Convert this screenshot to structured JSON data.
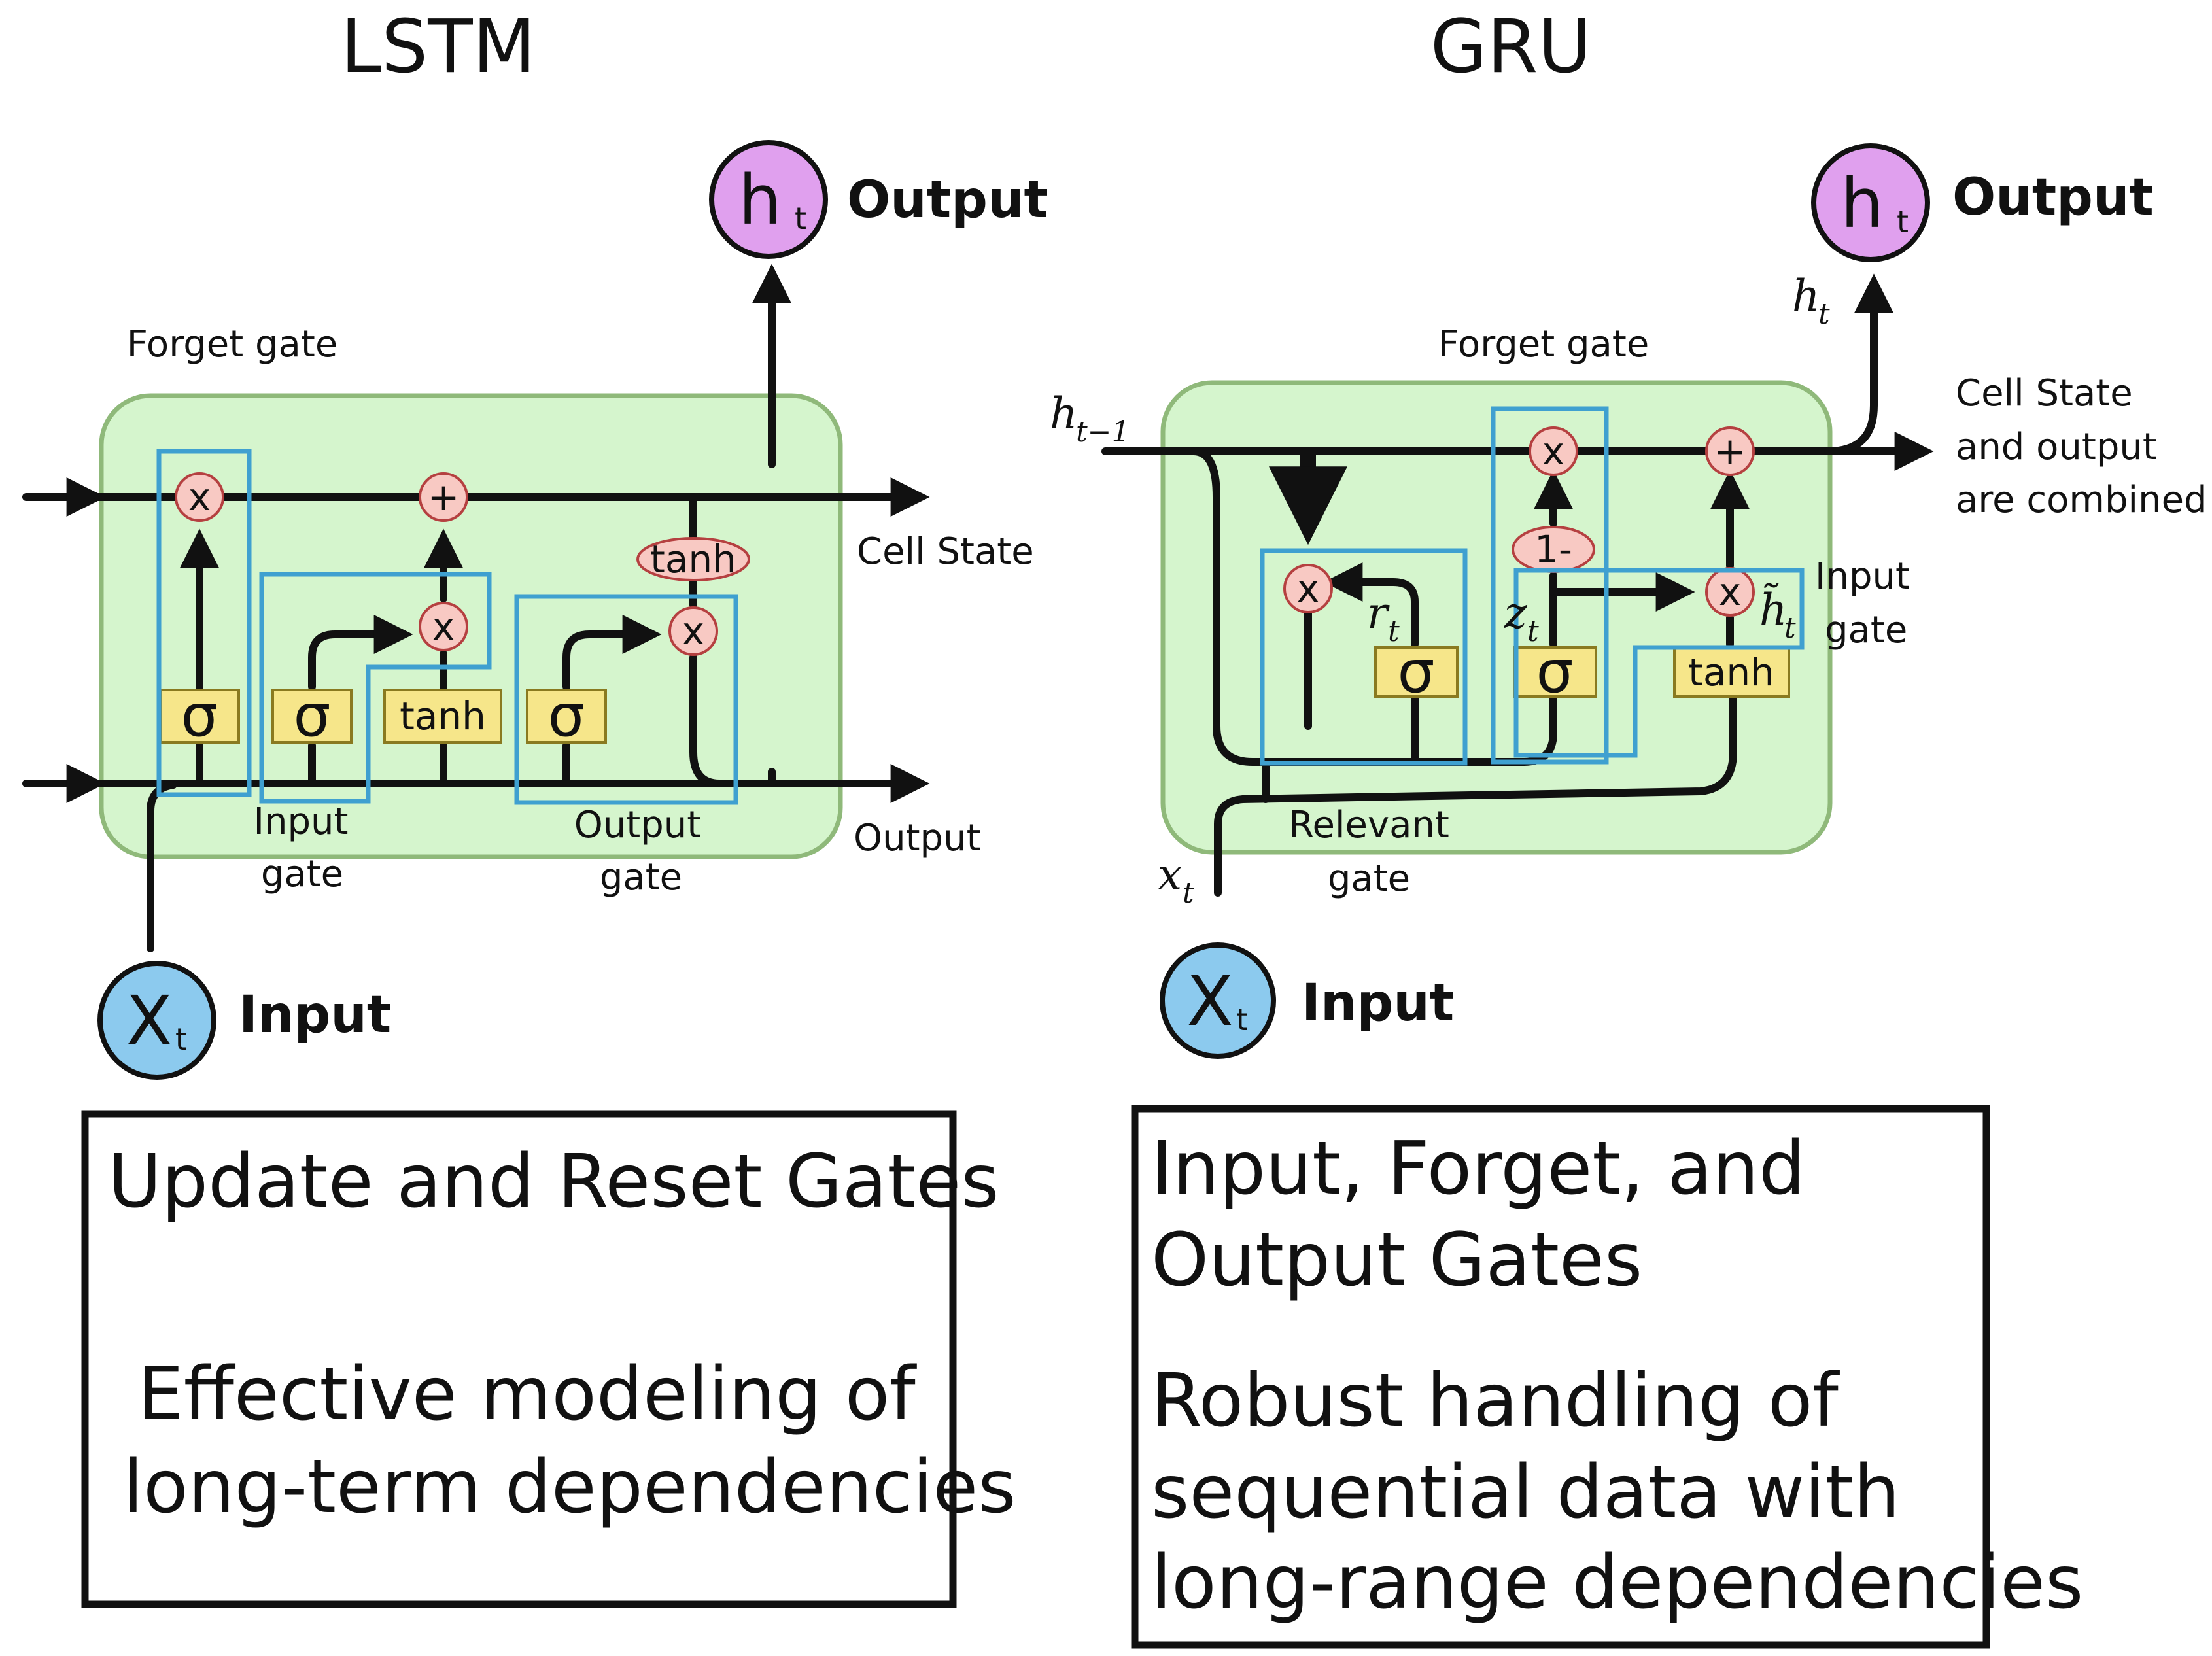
{
  "lstm": {
    "title": "LSTM",
    "output_node": {
      "main": "h",
      "sub": "t"
    },
    "output_label": "Output",
    "forget_gate_label": "Forget gate",
    "cell_state_label": "Cell State",
    "output_line_label": "Output",
    "input_gate_label": [
      "Input",
      "gate"
    ],
    "output_gate_label": [
      "Output",
      "gate"
    ],
    "input_node": {
      "main": "X",
      "sub": "t"
    },
    "input_label": "Input",
    "ops": {
      "times": "x",
      "plus": "+",
      "tanh": "tanh",
      "sigma": "σ"
    },
    "box_text": {
      "line1": "Update and Reset Gates",
      "line2": "Effective modeling of",
      "line3": "long-term dependencies"
    }
  },
  "gru": {
    "title": "GRU",
    "output_node": {
      "main": "h",
      "sub": "t"
    },
    "output_label": "Output",
    "ht_label": {
      "main": "h",
      "sub": "t"
    },
    "ht1_label": {
      "main": "h",
      "sub": "t−1"
    },
    "forget_gate_label": "Forget gate",
    "cell_state_label": [
      "Cell State",
      "and output",
      "are combined"
    ],
    "input_gate_label": [
      "Input",
      "gate"
    ],
    "relevant_gate_label": [
      "Relevant",
      "gate"
    ],
    "xt_label": {
      "main": "x",
      "sub": "t"
    },
    "rt_label": {
      "main": "r",
      "sub": "t"
    },
    "zt_label": {
      "main": "z",
      "sub": "t"
    },
    "htilde_label": {
      "main": "h̃",
      "sub": "t"
    },
    "input_node": {
      "main": "X",
      "sub": "t"
    },
    "input_label": "Input",
    "ops": {
      "times": "x",
      "plus": "+",
      "one_minus": "1-",
      "tanh": "tanh",
      "sigma": "σ"
    },
    "box_text": {
      "line1": "Input, Forget, and",
      "line2": "Output Gates",
      "line3": "Robust handling of",
      "line4": "sequential data with",
      "line5": "long-range dependencies"
    }
  },
  "colors": {
    "cell_fill": "#d5f5cd",
    "cell_stroke": "#8fb97a",
    "op_fill": "#f8c9c3",
    "sigma_fill": "#f6e68a",
    "ht_node_fill": "#e0a0ee",
    "xt_node_fill": "#8ccaee",
    "gate_outline": "#3fa0d0"
  }
}
